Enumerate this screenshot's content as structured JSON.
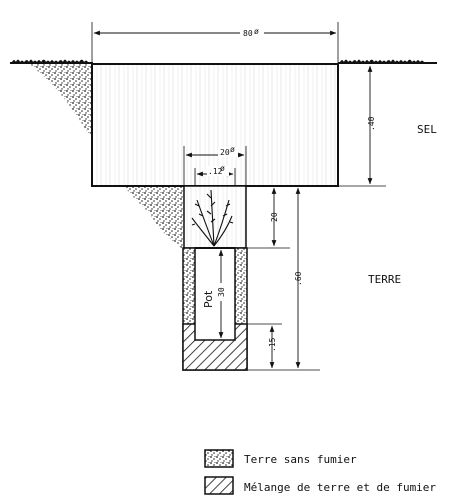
{
  "dimensions": {
    "top_width": "80",
    "top_unit": "ø",
    "inner_width": "20",
    "inner_unit": "ø",
    "pot_width": ".12",
    "pot_unit": "ø",
    "salt_depth": ".40",
    "upper_depth": "20",
    "lower_depth": ".60",
    "pot_depth": "30",
    "base_depth": ".15"
  },
  "labels": {
    "sel": "SEL",
    "terre": "TERRE",
    "pot": "Pot"
  },
  "legend": {
    "soil": "Terre sans fumier",
    "mix": "Mélange de terre et de fumier"
  }
}
